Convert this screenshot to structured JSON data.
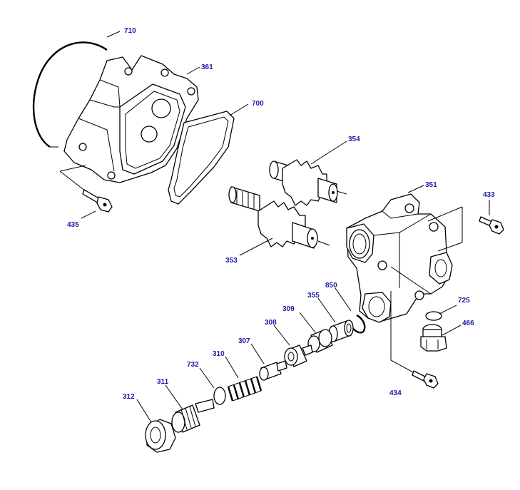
{
  "diagram": {
    "label_color": "#1a1aa8",
    "line_color": "#000000",
    "callouts": {
      "c710": "710",
      "c361": "361",
      "c700": "700",
      "c354": "354",
      "c351": "351",
      "c433": "433",
      "c435": "435",
      "c353": "353",
      "c850": "850",
      "c355": "355",
      "c309": "309",
      "c308": "308",
      "c725": "725",
      "c466": "466",
      "c307": "307",
      "c310": "310",
      "c732": "732",
      "c311": "311",
      "c312": "312",
      "c434": "434"
    }
  }
}
